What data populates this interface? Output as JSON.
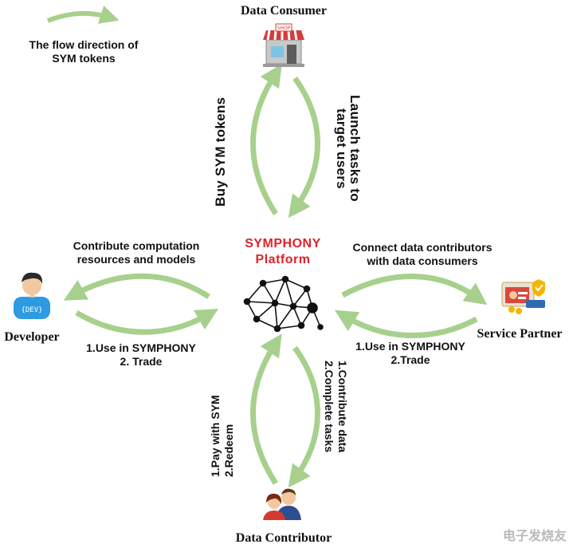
{
  "legend": {
    "text_line1": "The flow direction of",
    "text_line2": "SYM tokens"
  },
  "platform": {
    "line1": "SYMPHONY",
    "line2": "Platform"
  },
  "nodes": {
    "consumer": {
      "label": "Data Consumer",
      "icon": "shop-icon"
    },
    "developer": {
      "label": "Developer",
      "icon": "developer-icon",
      "badge": "{DEV}"
    },
    "partner": {
      "label": "Service Partner",
      "icon": "service-partner-icon"
    },
    "contributor": {
      "label": "Data Contributor",
      "icon": "contributors-icon"
    }
  },
  "flows": {
    "consumer_up": "Buy SYM tokens",
    "consumer_down_line1": "Launch tasks to",
    "consumer_down_line2": "target users",
    "developer_top_line1": "Contribute computation",
    "developer_top_line2": "resources and models",
    "developer_bottom_line1": "1.Use in SYMPHONY",
    "developer_bottom_line2": "2. Trade",
    "partner_top_line1": "Connect data contributors",
    "partner_top_line2": "with data consumers",
    "partner_bottom_line1": "1.Use in SYMPHONY",
    "partner_bottom_line2": "2.Trade",
    "contributor_up_line1": "1.Pay with SYM",
    "contributor_up_line2": "2.Redeem",
    "contributor_down_line1": "1.Contribute data",
    "contributor_down_line2": "2.Complete tasks"
  },
  "colors": {
    "arrow": "#a8d08d",
    "platform_title": "#e0222a",
    "network": "#111111"
  },
  "watermark": "电子发烧友"
}
